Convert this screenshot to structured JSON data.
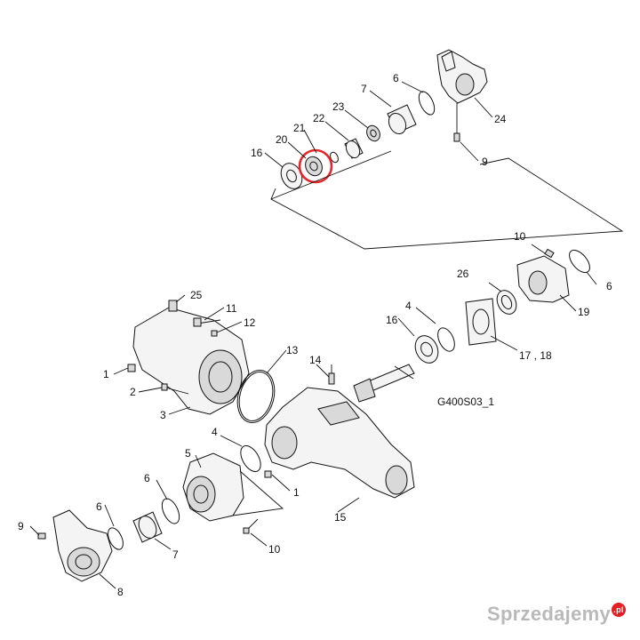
{
  "callouts": {
    "c_24": "24",
    "c_6a": "6",
    "c_7a": "7",
    "c_23": "23",
    "c_22": "22",
    "c_21": "21",
    "c_20": "20",
    "c_16a": "16",
    "c_9a": "9",
    "c_10a": "10",
    "c_26": "26",
    "c_6b": "6",
    "c_19": "19",
    "c_4a": "4",
    "c_16b": "16",
    "c_1718": "17 , 18",
    "c_25": "25",
    "c_11": "11",
    "c_12": "12",
    "c_13": "13",
    "c_14": "14",
    "c_1a": "1",
    "c_2": "2",
    "c_3": "3",
    "c_code": "G400S03_1",
    "c_4b": "4",
    "c_5": "5",
    "c_6c": "6",
    "c_1b": "1",
    "c_15": "15",
    "c_9b": "9",
    "c_7b": "7",
    "c_10b": "10",
    "c_8": "8"
  },
  "highlight": {
    "part": "21",
    "color": "#e0282d"
  },
  "watermark": {
    "text": "Sprzedajemy",
    "badge": ".pl"
  }
}
